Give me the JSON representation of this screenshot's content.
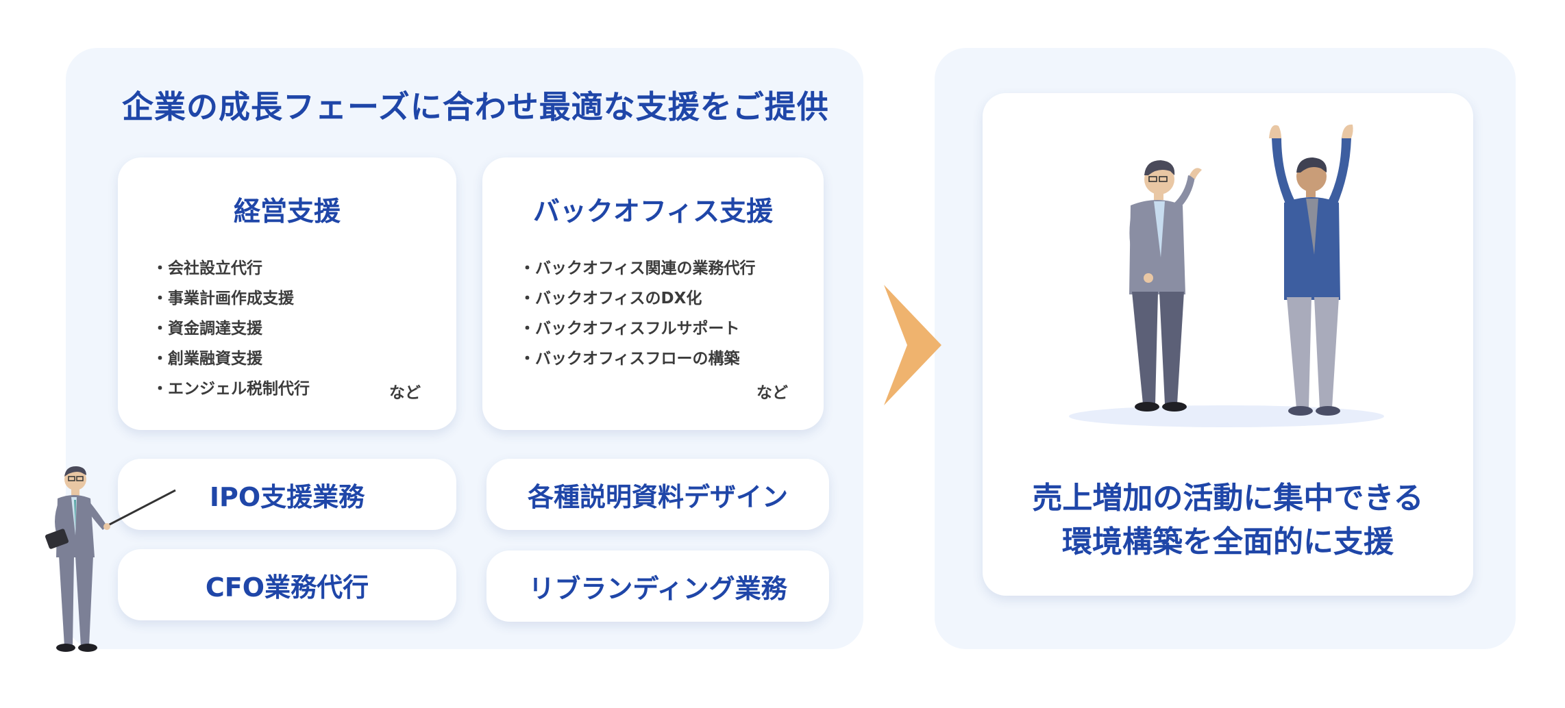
{
  "heading": "企業の成長フェーズに合わせ最適な支援をご提供",
  "cards": {
    "management": {
      "title": "経営支援",
      "items": [
        "会社設立代行",
        "事業計画作成支援",
        "資金調達支援",
        "創業融資支援",
        "エンジェル税制代行"
      ],
      "etc": "など"
    },
    "backoffice": {
      "title": "バックオフィス支援",
      "items": [
        "バックオフィス関連の業務代行",
        "バックオフィスのDX化",
        "バックオフィスフルサポート",
        "バックオフィスフローの構築"
      ],
      "etc": "など"
    }
  },
  "services": {
    "ipo": "IPO支援業務",
    "cfo": "CFO業務代行",
    "design": "各種説明資料デザイン",
    "rebrand": "リブランディング業務"
  },
  "result": {
    "line1": "売上増加の活動に集中できる",
    "line2": "環境構築を全面的に支援"
  },
  "colors": {
    "accent": "#1f46a8",
    "panel_bg": "#f1f6fd",
    "arrow": "#efb36e"
  },
  "icons": {
    "presenter": "presenter-illustration",
    "duo": "celebrating-people-illustration",
    "arrow": "chevron-right-arrow"
  }
}
